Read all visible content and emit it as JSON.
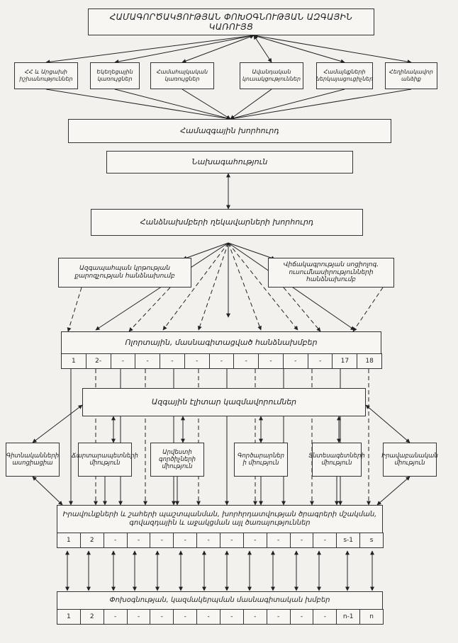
{
  "diagram": {
    "top_title": "ՀԱՄԱԳՈՐԾԱԿՑՈՒԹՅԱՆ ՓՈԽՕԳՆՈՒԹՅԱՆ ԱԶԳԱՅԻՆ ԿԱՌՈՒՅՑ",
    "members": [
      "ՀՀ և Արցախի իշխանություններ",
      "Եկեղեցային կառույցներ",
      "Համահայկական կառույցներ",
      "Ավանդական կուսակցություններ",
      "Համայնքների ներկայացուցիչներ",
      "Հեղինակավոր անձիք"
    ],
    "national_council": "Համազգային խորհուրդ",
    "presidium": "Նախագահություն",
    "committee_heads_council": "Հանձնախմբերի ղեկավարների խորհուրդ",
    "committee_left": "Ազգապահպան կրթության քարոզչության հանձնախումբ",
    "committee_right": "Վիճակագրության սոցիոլոգ. ուսումնասիրությունների հանձնախումբ",
    "sectoral_committees": "Ոլորտային, մասնագիտացված հանձնախմբեր",
    "sectoral_cells": [
      "1",
      "2-",
      "-",
      "-",
      "-",
      "-",
      "-",
      "-",
      "-",
      "-",
      "-",
      "17",
      "18"
    ],
    "elite_orgs": "Ազգային էլիտար կազմավորումներ",
    "unions": [
      "Գիտնականների ասոցիացիա",
      "Ճարտարապետների միություն",
      "Արվեստի գործիչների միություն",
      "Գործարարներ ի միություն",
      "Տնտեսագետների միություն",
      "Իրավաբանական միություն"
    ],
    "rights_orgs": "Իրավունքների և շահերի պաշտպանման, խորհրդատվության ծրագրերի մշակման, գովազդային և աջակցման այլ ծառայություններ",
    "rights_cells": [
      "1",
      "2",
      "-",
      "-",
      "-",
      "-",
      "-",
      "-",
      "-",
      "-",
      "-",
      "-",
      "s-1",
      "s"
    ],
    "mutual_aid_groups": "Փոխօգնության, կազմակերպման մասնագիտական խմբեր",
    "mutual_aid_cells": [
      "1",
      "2",
      "-",
      "-",
      "-",
      "-",
      "-",
      "-",
      "-",
      "-",
      "-",
      "-",
      "n-1",
      "n"
    ]
  }
}
